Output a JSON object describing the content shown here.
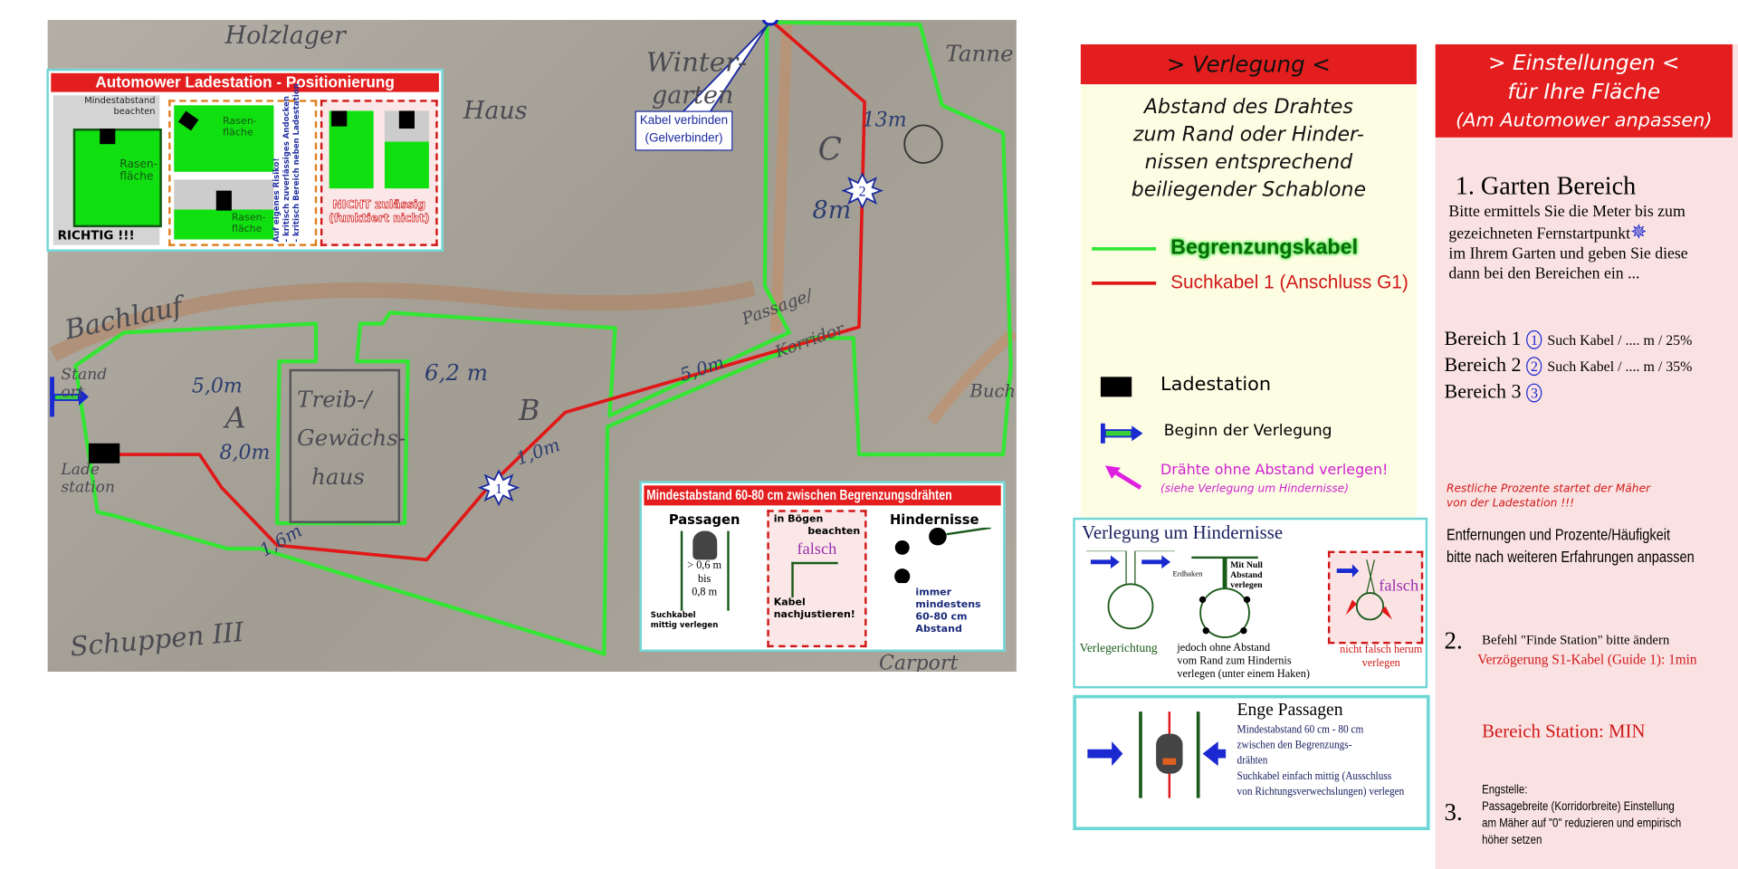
{
  "map": {
    "labels": {
      "holzlager": "Holzlager",
      "winter": "Winter-",
      "garten": "garten",
      "tanne": "Tanne",
      "haus": "Haus",
      "bachlauf": "Bachlauf",
      "schuppen": "Schuppen III",
      "treib": "Treib-/",
      "gewaechs": "Gewächs-",
      "haus2": "haus",
      "area_a": "A",
      "area_b": "B",
      "area_c": "C",
      "buche": "Buche",
      "carport": "Carport",
      "passage": "Passage/",
      "korridor": "Korridor",
      "stand_ort": "Stand ort",
      "lade_station": "Lade station"
    },
    "distances": {
      "d13": "13m",
      "d8": "8m",
      "d62": "6,2 m",
      "d50a": "5,0m",
      "d80": "8,0m",
      "d10": "1,0m",
      "d16": "1,6m",
      "d50b": "5,0m"
    },
    "stars": [
      "1",
      "2"
    ],
    "callout": {
      "line1": "Kabel verbinden",
      "line2": "(Gelverbinder)"
    }
  },
  "ladestation_box": {
    "title": "Automower Ladestation - Positionierung",
    "mindest1": "Mindestabstand",
    "mindest2": "beachten",
    "rasen": "Rasen-",
    "flaeche": "fläche",
    "richtig": "RICHTIG !!!",
    "risk1": "Auf eigenes Risiko!",
    "risk2": "- kritisch zuverlässiges Andocken",
    "risk3": "- kritisch Bereich neben Ladestation",
    "nicht1": "NICHT zulässig",
    "nicht2": "(funktiert nicht)"
  },
  "mindest_box": {
    "title": "Mindestabstand 60-80 cm zwischen Begrenzungsdrähten",
    "passagen": "Passagen",
    "dist1": "> 0,6 m",
    "dist2": "bis",
    "dist3": "0,8 m",
    "such1": "Suchkabel",
    "such2": "mittig verlegen",
    "boegen1": "in Bögen",
    "boegen2": "beachten",
    "falsch": "falsch",
    "kabel1": "Kabel",
    "kabel2": "nachjustieren!",
    "hindernisse": "Hindernisse",
    "immer1": "immer",
    "immer2": "mindestens",
    "immer3": "60-80 cm",
    "immer4": "Abstand"
  },
  "verlegung": {
    "header": "> Verlegung <",
    "intro": [
      "Abstand des Drahtes",
      "zum Rand oder Hinder-",
      "nissen entsprechend",
      "beiliegender Schablone"
    ],
    "legend": {
      "boundary": "Begrenzungskabel",
      "guide": "Suchkabel 1 (Anschluss G1)",
      "station": "Ladestation",
      "start": "Beginn der Verlegung",
      "nodist": "Drähte ohne Abstand verlegen!",
      "nodist_sub": "(siehe Verlegung um Hindernisse)"
    },
    "colors": {
      "boundary": "#33e633",
      "guide": "#e01818",
      "magenta": "#e020e0",
      "header": "#e41e1e"
    }
  },
  "hindernisse_box": {
    "title": "Verlegung um Hindernisse",
    "richtung": "Verlegerichtung",
    "erdhaken": "Erdhaken",
    "null1": "Mit Null",
    "null2": "Abstand",
    "null3": "verlegen",
    "jedoch1": "jedoch ohne Abstand",
    "jedoch2": "vom Rand zum Hindernis",
    "jedoch3": "verlegen (unter einem Haken)",
    "falsch": "falsch",
    "nicht1": "nicht falsch herum",
    "nicht2": "verlegen"
  },
  "enge_box": {
    "title": "Enge Passagen",
    "lines": [
      "Mindestabstand 60 cm - 80 cm",
      "zwischen den Begrenzungs-",
      "drähten",
      "Suchkabel einfach mittig (Ausschluss",
      "von Richtungsverwechslungen) verlegen"
    ]
  },
  "einstellungen": {
    "header1": "> Einstellungen <",
    "header2": "für Ihre Fläche",
    "header3": "(Am Automower anpassen)",
    "s1_title": "1. Garten Bereich",
    "s1_text1": "Bitte ermittels Sie die Meter bis zum",
    "s1_text2": "gezeichneten Fernstartpunkt",
    "s1_text3": "im Ihrem Garten und geben Sie diese",
    "s1_text4": "dann bei den Bereichen ein ...",
    "bereiche": [
      {
        "label": "Bereich 1",
        "star": "1",
        "value": "Such Kabel / .... m / 25%"
      },
      {
        "label": "Bereich 2",
        "star": "2",
        "value": "Such Kabel / .... m / 35%"
      },
      {
        "label": "Bereich 3",
        "star": "3",
        "value": ""
      }
    ],
    "rest1": "Restliche Prozente  startet der Mäher",
    "rest2": "von der Ladestation !!!",
    "entf1": "Entfernungen und Prozente/Häufigkeit",
    "entf2": "bitte nach weiteren Erfahrungen anpassen",
    "s2_num": "2.",
    "s2_text": "Befehl \"Finde Station\" bitte ändern",
    "s2_red": "Verzögerung S1-Kabel (Guide 1): 1min",
    "s2_station": "Bereich Station: MIN",
    "s3_num": "3.",
    "s3_l1": "Engstelle:",
    "s3_l2": "Passagebreite (Korridorbreite) Einstellung",
    "s3_l3": "am Mäher auf \"0\" reduzieren und empirisch",
    "s3_l4": "höher setzen"
  }
}
